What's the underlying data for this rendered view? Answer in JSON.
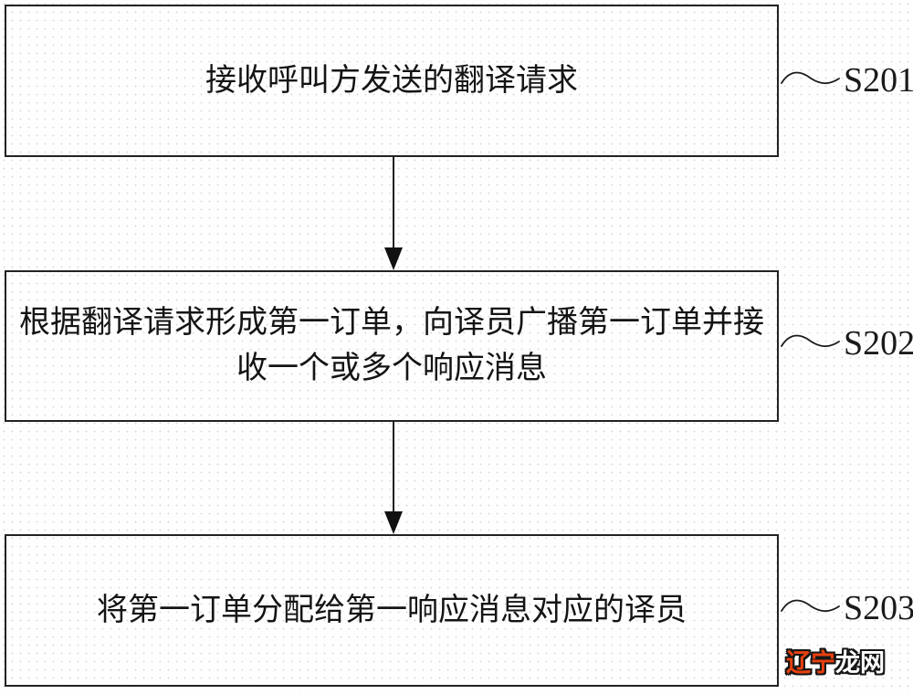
{
  "figure": {
    "type": "flowchart",
    "steps": [
      {
        "label": "S201",
        "text": "接收呼叫方发送的翻译请求"
      },
      {
        "label": "S202",
        "text": "根据翻译请求形成第一订单，向译员广播第一订单并接收一个或多个响应消息"
      },
      {
        "label": "S203",
        "text": "将第一订单分配给第一响应消息对应的译员"
      }
    ],
    "connectors": [
      "arrow-down",
      "arrow-down"
    ],
    "watermark": {
      "red_text": "辽宁",
      "white_text": "龙网"
    },
    "colors": {
      "box_border": "#222222",
      "text": "#141414",
      "arrow": "#111111",
      "watermark_red": "#e8400f",
      "watermark_white": "#ffffff",
      "watermark_outline": "#161616"
    }
  }
}
